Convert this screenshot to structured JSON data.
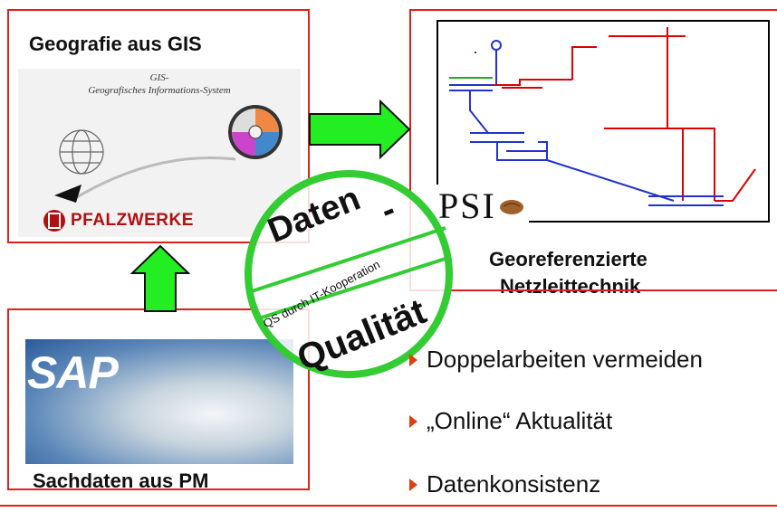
{
  "gis_box": {
    "title": "Geografie aus GIS",
    "logo_line1": "GIS-",
    "logo_line2": "Geografisches Informations-System",
    "company": "PFALZWERKE"
  },
  "sap_box": {
    "title": "Sachdaten aus PM",
    "logo": "SAP"
  },
  "network_box": {
    "psi": "PSI",
    "title_line1": "Georeferenzierte",
    "title_line2": "Netzleittechnik"
  },
  "seal": {
    "word1": "Daten",
    "dash": "-",
    "ring_text": "QS durch  IT-Kooperation",
    "word2": "Qualität"
  },
  "bullets": [
    "Doppelarbeiten vermeiden",
    "„Online“ Aktualität",
    "Datenkonsistenz"
  ],
  "colors": {
    "frame": "#e0201a",
    "arrow": "#22ee22",
    "seal": "#33cc33",
    "grid_red": "#e00000",
    "grid_blue": "#2233cc",
    "grid_green": "#22aa22"
  }
}
